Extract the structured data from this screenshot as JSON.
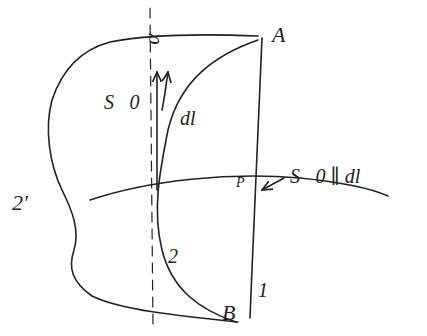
{
  "diagram": {
    "labels": [
      "α",
      "A",
      "S⃗0",
      "dl⃗",
      "P",
      "S⃗0 ∥ dl⃗",
      "2'",
      "2",
      "1",
      "B"
    ]
  }
}
